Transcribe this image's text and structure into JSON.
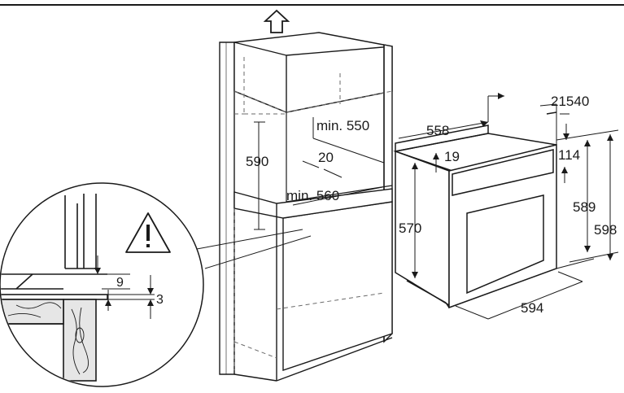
{
  "dimensions": {
    "niche_depth_min": "min. 550",
    "niche_height": "590",
    "gap_back": "20",
    "niche_width_min": "min. 560",
    "oven_depth_body": "558",
    "oven_panel_depth": "19",
    "oven_body_height": "570",
    "oven_back_offsets": "21540",
    "oven_front_height_top": "114",
    "oven_front_height": "589",
    "oven_total_height": "598",
    "oven_width": "594",
    "detail_gap_upper": "9",
    "detail_gap_lower": "3"
  },
  "icons": {
    "top": "arrow-up-icon",
    "warning": "warning-triangle-icon"
  },
  "colors": {
    "line": "#1a1a1a",
    "dash": "#6a6a6a",
    "wood": "#e6e6e6"
  }
}
